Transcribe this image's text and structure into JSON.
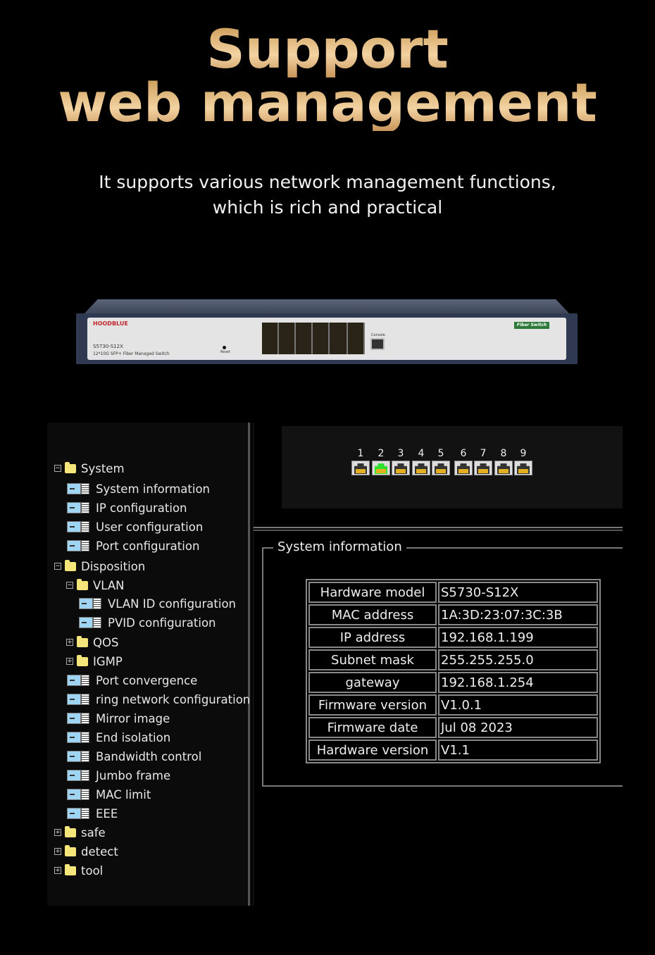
{
  "hero": {
    "title_line1": "Support",
    "title_line2": "web management",
    "subtitle_line1": "It supports various network management functions,",
    "subtitle_line2": "which is rich and practical"
  },
  "device": {
    "brand": "HOODBLUE",
    "model": "S5730-S12X",
    "description": "12*10G SFP+ Fiber Managed Switch",
    "badge": "Fiber Switch",
    "console_label": "Console",
    "reset_label": "Reset"
  },
  "tree": {
    "system": "System",
    "system_children": [
      "System information",
      "IP configuration",
      "User configuration",
      "Port configuration"
    ],
    "disposition": "Disposition",
    "vlan": "VLAN",
    "vlan_children": [
      "VLAN ID configuration",
      "PVID configuration"
    ],
    "qos": "QOS",
    "igmp": "IGMP",
    "disposition_children": [
      "Port convergence",
      "ring network configuration",
      "Mirror image",
      "End isolation",
      "Bandwidth control",
      "Jumbo frame",
      "MAC limit",
      "EEE"
    ],
    "safe": "safe",
    "detect": "detect",
    "tool": "tool"
  },
  "ports": {
    "labels": [
      "1",
      "2",
      "3",
      "4",
      "5",
      "6",
      "7",
      "8",
      "9"
    ],
    "active": [
      false,
      true,
      false,
      false,
      false,
      false,
      false,
      false,
      false
    ]
  },
  "info": {
    "legend": "System information",
    "rows": [
      {
        "k": "Hardware model",
        "v": "S5730-S12X"
      },
      {
        "k": "MAC address",
        "v": "1A:3D:23:07:3C:3B"
      },
      {
        "k": "IP address",
        "v": "192.168.1.199"
      },
      {
        "k": "Subnet mask",
        "v": "255.255.255.0"
      },
      {
        "k": "gateway",
        "v": "192.168.1.254"
      },
      {
        "k": "Firmware version",
        "v": "V1.0.1"
      },
      {
        "k": "Firmware date",
        "v": "Jul 08 2023"
      },
      {
        "k": "Hardware version",
        "v": "V1.1"
      }
    ]
  }
}
